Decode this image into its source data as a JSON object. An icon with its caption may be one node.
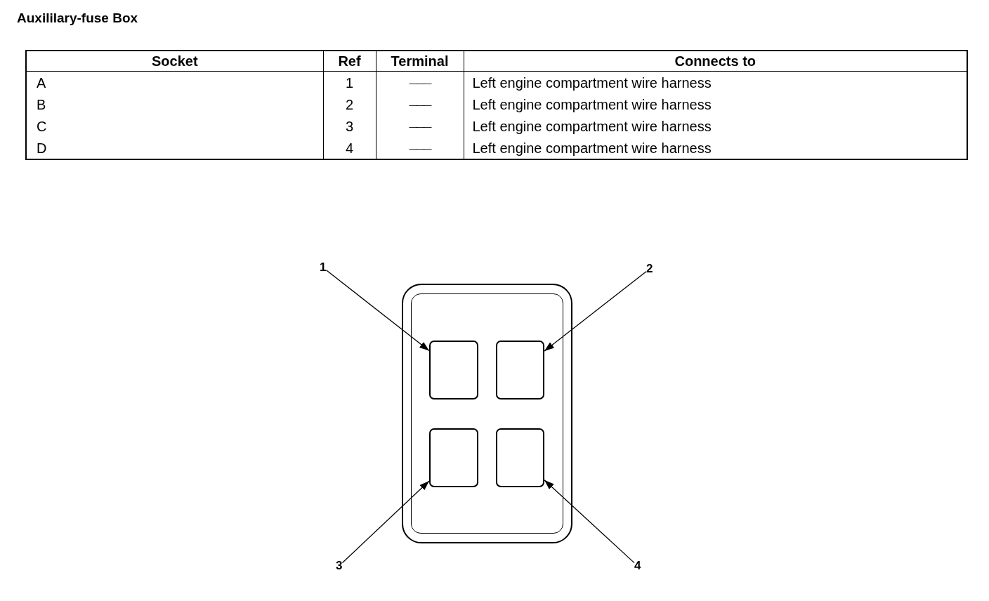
{
  "diagram": {
    "title": "Auxililary-fuse Box",
    "nodes": [
      {
        "text": [],
        "shape": "box"
      },
      {
        "text": [],
        "shape": "box",
        "in": 0
      },
      {
        "text": [],
        "shape": "box",
        "in": 0
      },
      {
        "text": [],
        "shape": "box",
        "in": 0
      },
      {
        "text": [],
        "shape": "box",
        "in": 0
      },
      {
        "text": [
          "1"
        ]
      },
      {
        "text": [
          "2"
        ]
      },
      {
        "text": [
          "3"
        ]
      },
      {
        "text": [
          "4"
        ]
      }
    ],
    "edges": [
      {
        "from": 5,
        "to": 1,
        "arrow": "to"
      },
      {
        "from": 6,
        "to": 2,
        "arrow": "to"
      },
      {
        "from": 7,
        "to": 3,
        "arrow": "to"
      },
      {
        "from": 8,
        "to": 4,
        "arrow": "to"
      }
    ],
    "labels": [
      "Socket",
      "Ref",
      "Terminal",
      "Connects to",
      "A",
      "1",
      "———",
      "Left engine compartment wire harness",
      "B",
      "2",
      "———",
      "Left engine compartment wire harness",
      "C",
      "3",
      "———",
      "Left engine compartment wire harness",
      "D",
      "4",
      "———",
      "Left engine compartment wire harness"
    ]
  }
}
